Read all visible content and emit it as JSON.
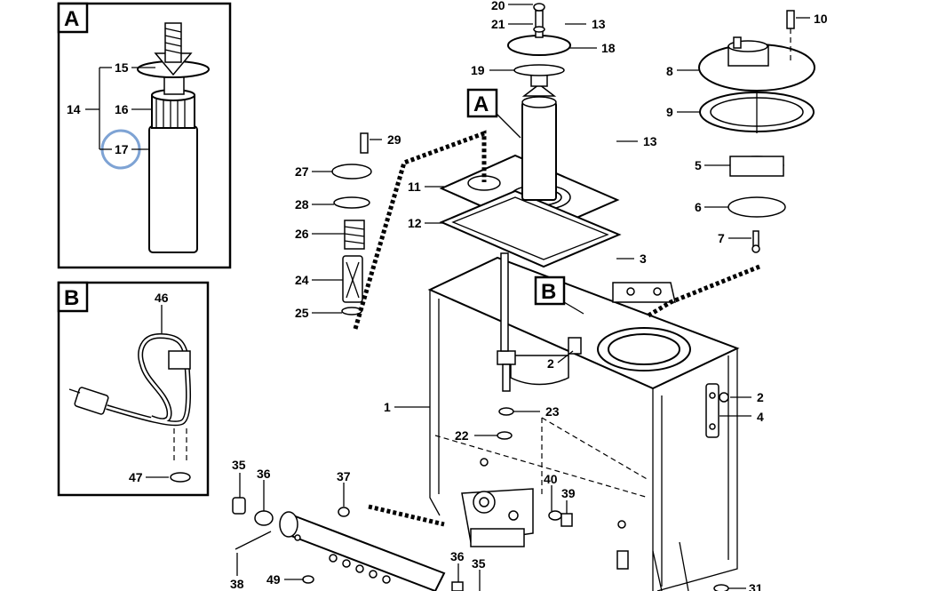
{
  "inset_a": {
    "letter": "A",
    "callouts": {
      "c14": "14",
      "c15": "15",
      "c16": "16",
      "c17": "17"
    },
    "highlight_color": "#7ea3d4"
  },
  "inset_b": {
    "letter": "B",
    "callouts": {
      "c46": "46",
      "c47": "47"
    }
  },
  "main": {
    "view_a_letter": "A",
    "view_b_letter": "B",
    "callouts": {
      "c1": "1",
      "c2a": "2",
      "c2b": "2",
      "c3": "3",
      "c4": "4",
      "c5": "5",
      "c6": "6",
      "c7": "7",
      "c8": "8",
      "c9": "9",
      "c10": "10",
      "c11": "11",
      "c12": "12",
      "c13a": "13",
      "c13b": "13",
      "c18": "18",
      "c19": "19",
      "c20": "20",
      "c21": "21",
      "c22": "22",
      "c23": "23",
      "c24": "24",
      "c25": "25",
      "c26": "26",
      "c27": "27",
      "c28": "28",
      "c29": "29",
      "c31": "31",
      "c35a": "35",
      "c35b": "35",
      "c36a": "36",
      "c36b": "36",
      "c37": "37",
      "c38": "38",
      "c39": "39",
      "c40": "40",
      "c49": "49"
    }
  }
}
